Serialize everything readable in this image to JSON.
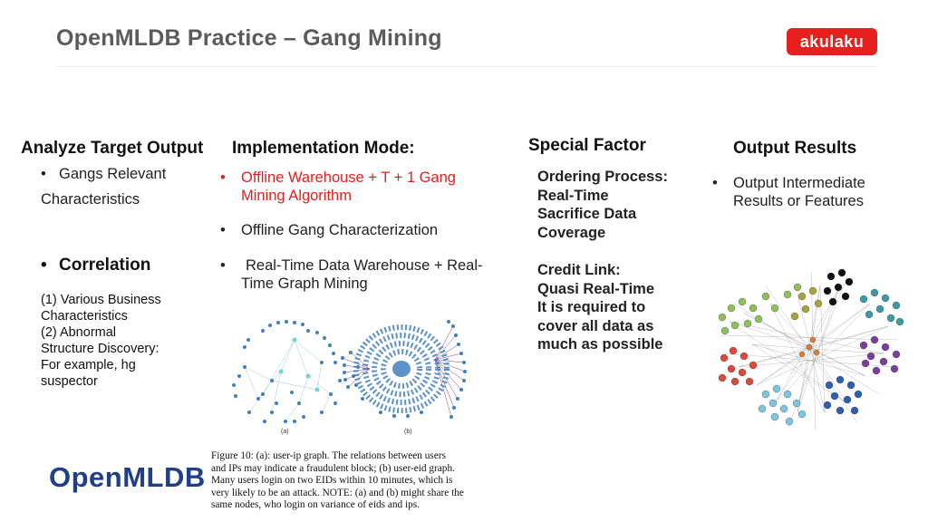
{
  "slide": {
    "title": "OpenMLDB Practice – Gang Mining",
    "brand_badge": "akulaku",
    "logo": "OpenMLDB",
    "colors": {
      "accent_red": "#e5201f",
      "title_gray": "#5b5b5b",
      "logo_blue": "#1f3e8c"
    }
  },
  "col1": {
    "header": "Analyze Target Output",
    "bullet1_line1": "Gangs Relevant",
    "bullet1_line2": "Characteristics",
    "bullet2": "Correlation",
    "sub": [
      "(1) Various Business",
      "Characteristics",
      "(2) Abnormal",
      "Structure Discovery:",
      "For example, hg",
      "suspector"
    ]
  },
  "col2": {
    "header": "Implementation Mode:",
    "items": [
      {
        "line1": "Offline Warehouse + T + 1 Gang",
        "line2": "Mining Algorithm",
        "highlight": true
      },
      {
        "line1": "Offline Gang Characterization",
        "line2": "",
        "highlight": false
      },
      {
        "line1": "Real-Time Data Warehouse + Real-",
        "line2": "Time Graph Mining",
        "highlight": false
      }
    ],
    "figure": {
      "label_a": "(a)",
      "label_b": "(b)",
      "caption": [
        "Figure 10: (a): user-ip graph. The relations between users",
        "and IPs may indicate a fraudulent block; (b) user-eid graph.",
        "Many users login on two EIDs within 10 minutes, which is",
        "very likely to be an attack. NOTE: (a) and (b) might share the",
        "same nodes, who login on variance of eids and ips."
      ]
    }
  },
  "col3": {
    "header": "Special Factor",
    "block1": [
      "Ordering Process:",
      "Real-Time",
      "Sacrifice Data",
      "Coverage"
    ],
    "block2": [
      "Credit Link:",
      "Quasi Real-Time",
      "It is required to",
      "cover all data as",
      "much as possible"
    ]
  },
  "col4": {
    "header": "Output Results",
    "bullet_line1": "Output Intermediate",
    "bullet_line2": "Results or Features"
  }
}
